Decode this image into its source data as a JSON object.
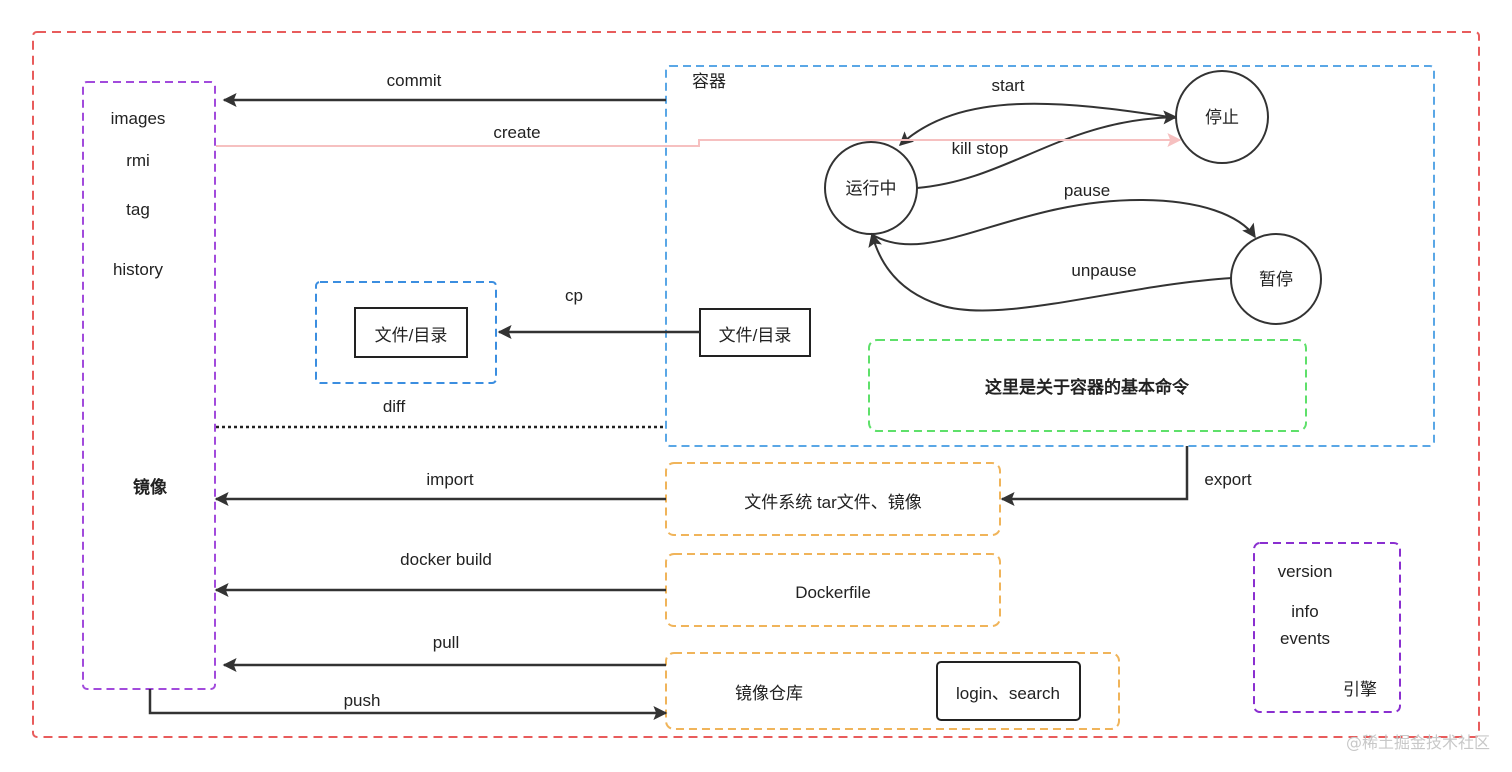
{
  "watermark": "@稀土掘金技术社区",
  "image": {
    "title": "镜像",
    "commands": [
      "images",
      "rmi",
      "tag",
      "history"
    ]
  },
  "container": {
    "title": "容器",
    "states": {
      "running": "运行中",
      "stopped": "停止",
      "paused": "暂停"
    },
    "transitions": {
      "start": "start",
      "kill_stop": "kill stop",
      "pause": "pause",
      "unpause": "unpause"
    },
    "note": "这里是关于容器的基本命令",
    "file": "文件/目录"
  },
  "host": {
    "file": "文件/目录"
  },
  "sources": {
    "filesystem": "文件系统  tar文件、镜像",
    "dockerfile": "Dockerfile",
    "registry": "镜像仓库",
    "registry_cmds": "login、search"
  },
  "engine": {
    "title": "引擎",
    "commands": [
      "version",
      "info",
      "events"
    ]
  },
  "edges": {
    "commit": "commit",
    "create": "create",
    "cp": "cp",
    "diff": "diff",
    "import": "import",
    "export": "export",
    "docker_build": "docker build",
    "pull": "pull",
    "push": "push"
  }
}
